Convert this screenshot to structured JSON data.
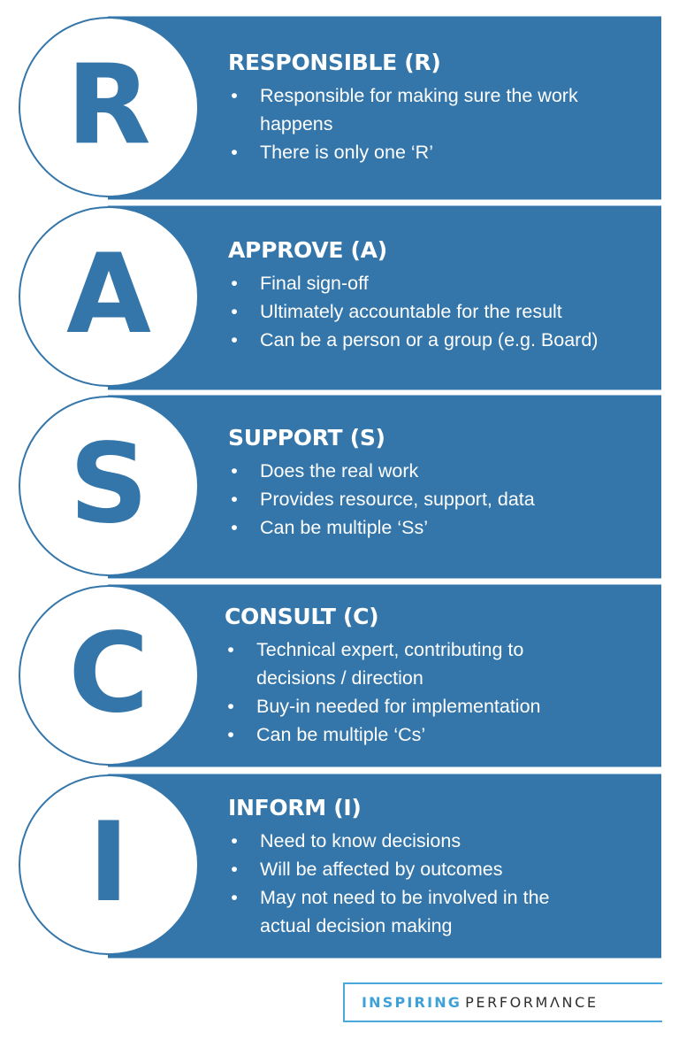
{
  "theme": {
    "banner_color": "#3476aa",
    "circle_letter_color": "#3476aa",
    "text_color": "#ffffff",
    "logo_accent_color": "#3ea1d8",
    "logo_dark_color": "#2f2f2f"
  },
  "roles": [
    {
      "letter": "R",
      "title": "RESPONSIBLE (R)",
      "bullets": [
        "Responsible for making sure the work",
        "There is only one ‘R’"
      ],
      "bullet_continuations": [
        "happens",
        ""
      ]
    },
    {
      "letter": "A",
      "title": "APPROVE (A)",
      "bullets": [
        "Final sign-off",
        "Ultimately accountable for the result",
        "Can be a person or a group (e.g. Board)"
      ]
    },
    {
      "letter": "S",
      "title": "SUPPORT (S)",
      "bullets": [
        "Does the real work",
        "Provides resource, support, data",
        "Can be multiple ‘Ss’"
      ]
    },
    {
      "letter": "C",
      "title": "CONSULT (C)",
      "bullets": [
        "Technical expert, contributing to",
        "Buy-in needed for implementation",
        "Can be multiple ‘Cs’"
      ],
      "bullet_continuations": [
        "decisions / direction",
        "",
        ""
      ]
    },
    {
      "letter": "I",
      "title": "INFORM (I)",
      "bullets": [
        "Need to know decisions",
        "Will be affected by outcomes",
        "May not need to be involved in the"
      ],
      "bullet_continuations": [
        "",
        "",
        "actual decision making"
      ]
    }
  ],
  "bullet_glyph": "•",
  "logo": {
    "part1": "INSPIRING",
    "part2": "PERFORMΛNCE"
  }
}
